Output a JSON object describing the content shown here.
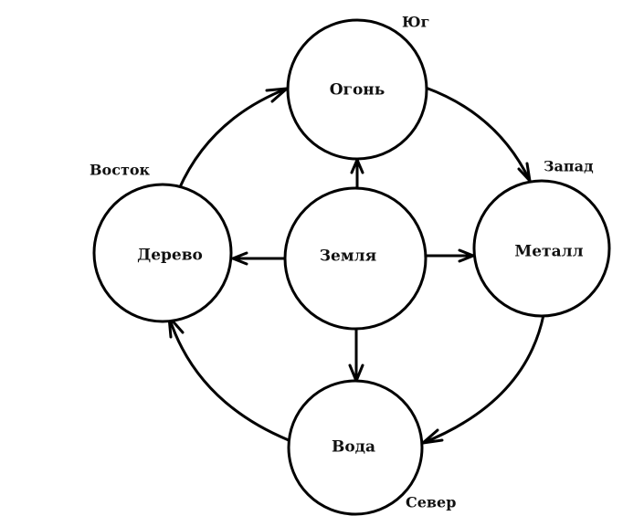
{
  "diagram": {
    "title": "",
    "nodes": [
      {
        "id": "fire",
        "label": "Огонь"
      },
      {
        "id": "wood",
        "label": "Дерево"
      },
      {
        "id": "earth",
        "label": "Земля"
      },
      {
        "id": "metal",
        "label": "Металл"
      },
      {
        "id": "water",
        "label": "Вода"
      }
    ],
    "directions": [
      {
        "id": "south",
        "label": "Юг",
        "near": "fire"
      },
      {
        "id": "east",
        "label": "Восток",
        "near": "wood"
      },
      {
        "id": "west",
        "label": "Запад",
        "near": "metal"
      },
      {
        "id": "north",
        "label": "Север",
        "near": "water"
      }
    ],
    "edges": [
      {
        "from": "earth",
        "to": "fire",
        "kind": "straight"
      },
      {
        "from": "earth",
        "to": "wood",
        "kind": "straight"
      },
      {
        "from": "earth",
        "to": "metal",
        "kind": "straight"
      },
      {
        "from": "earth",
        "to": "water",
        "kind": "straight"
      },
      {
        "from": "wood",
        "to": "fire",
        "kind": "arc"
      },
      {
        "from": "fire",
        "to": "metal",
        "kind": "arc"
      },
      {
        "from": "metal",
        "to": "water",
        "kind": "arc"
      },
      {
        "from": "water",
        "to": "wood",
        "kind": "arc"
      }
    ],
    "colors": {
      "stroke": "#000000",
      "background": "#ffffff",
      "text": "#111111"
    }
  }
}
